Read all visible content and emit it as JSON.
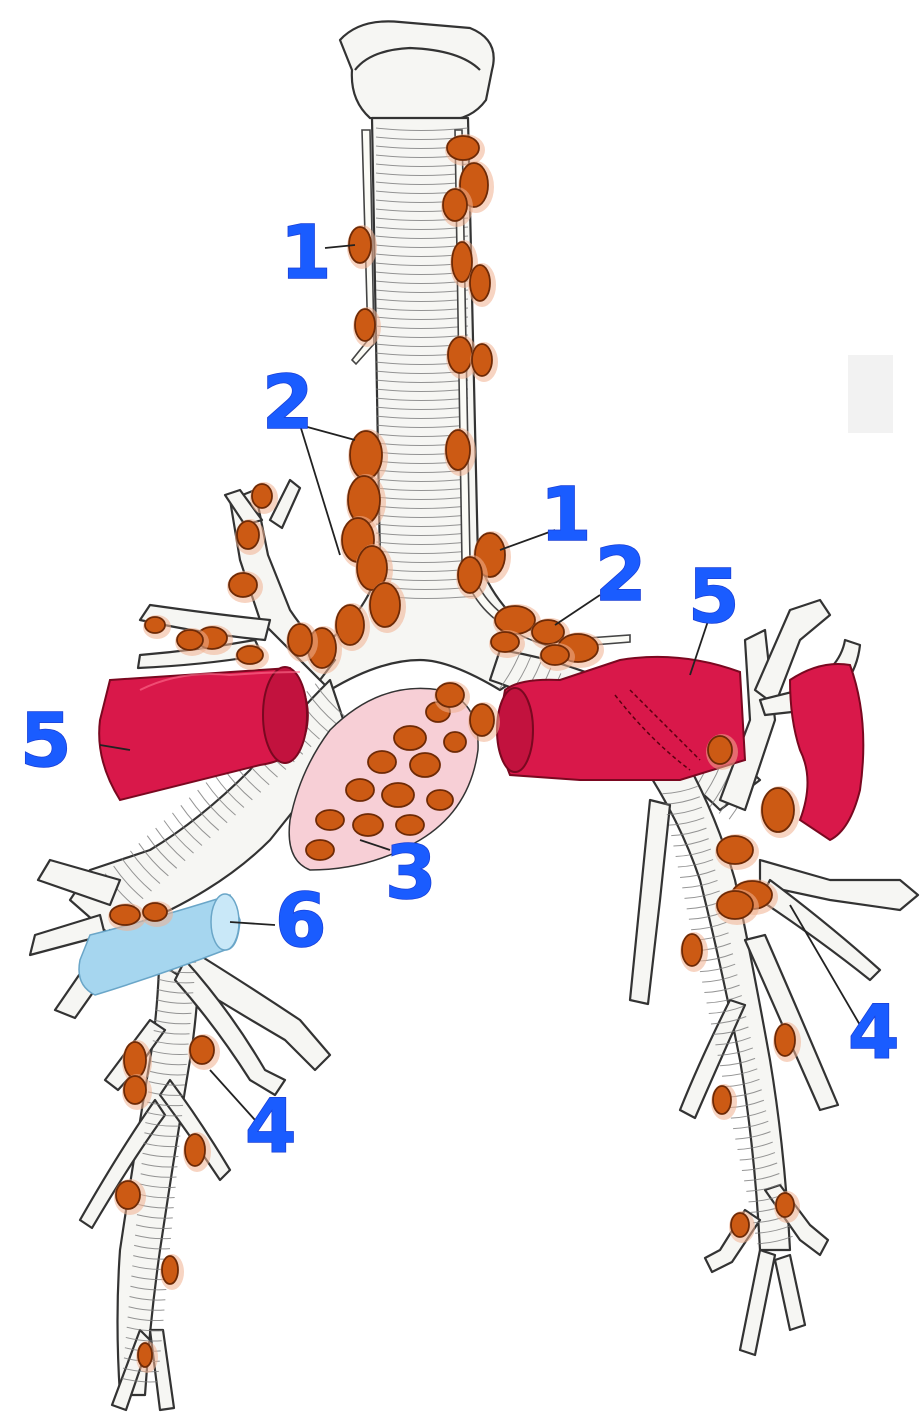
{
  "labels": {
    "l1a": "1",
    "l1b": "1",
    "l2a": "2",
    "l2b": "2",
    "l3": "3",
    "l4a": "4",
    "l4b": "4",
    "l5a": "5",
    "l5b": "5",
    "l6": "6"
  },
  "colors": {
    "lymph_node": "#cc5a14",
    "artery_red": "#d9184a",
    "vein_blue": "#a6d6ef",
    "label_blue": "#1a5cff",
    "airway": "#f6f6f3"
  }
}
